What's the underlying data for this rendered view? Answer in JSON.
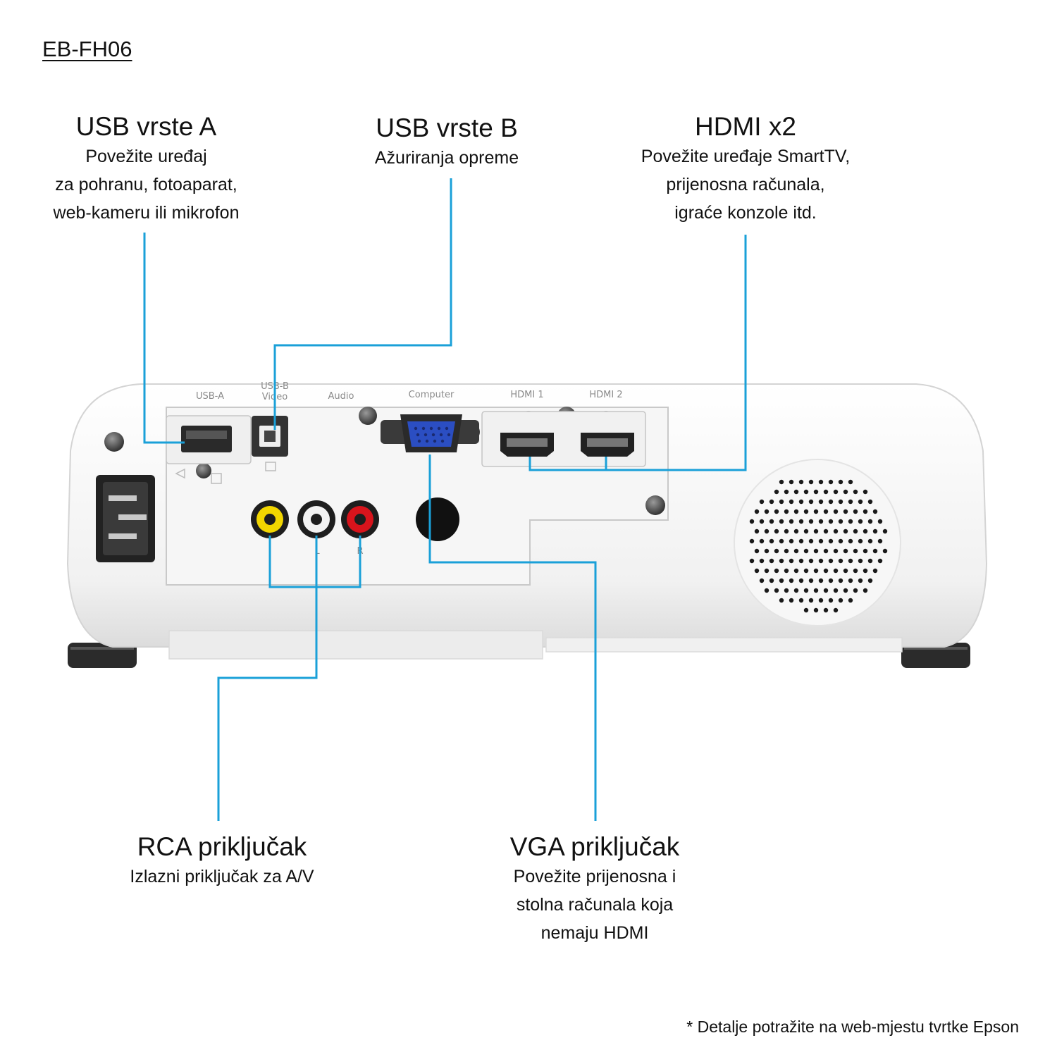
{
  "model": "EB-FH06",
  "callouts": {
    "usb_a": {
      "title": "USB vrste A",
      "lines": [
        "Povežite uređaj",
        "za pohranu, fotoaparat,",
        "web-kameru ili mikrofon"
      ]
    },
    "usb_b": {
      "title": "USB vrste B",
      "lines": [
        "Ažuriranja opreme"
      ]
    },
    "hdmi": {
      "title": "HDMI x2",
      "lines": [
        "Povežite uređaje SmartTV,",
        "prijenosna računala,",
        "igraće konzole itd."
      ]
    },
    "rca": {
      "title": "RCA priključak",
      "lines": [
        "Izlazni priključak za A/V"
      ]
    },
    "vga": {
      "title": "VGA priključak",
      "lines": [
        "Povežite prijenosna i",
        "stolna računala koja",
        "nemaju HDMI"
      ]
    }
  },
  "panel_labels": {
    "usb_a": "USB-A",
    "usb_b_top": "USB-B",
    "usb_b_bottom": "Video",
    "audio": "Audio",
    "computer": "Computer",
    "hdmi1": "HDMI 1",
    "hdmi2": "HDMI 2",
    "left": "L",
    "right": "R"
  },
  "footnote": "* Detalje potražite na web-mjestu tvrtke Epson",
  "colors": {
    "leader_line": "#1aa0d8",
    "rca_video": "#f2d600",
    "rca_left": "#f2f2f2",
    "rca_right": "#d8141c",
    "vga_port": "#2b4ec2"
  }
}
